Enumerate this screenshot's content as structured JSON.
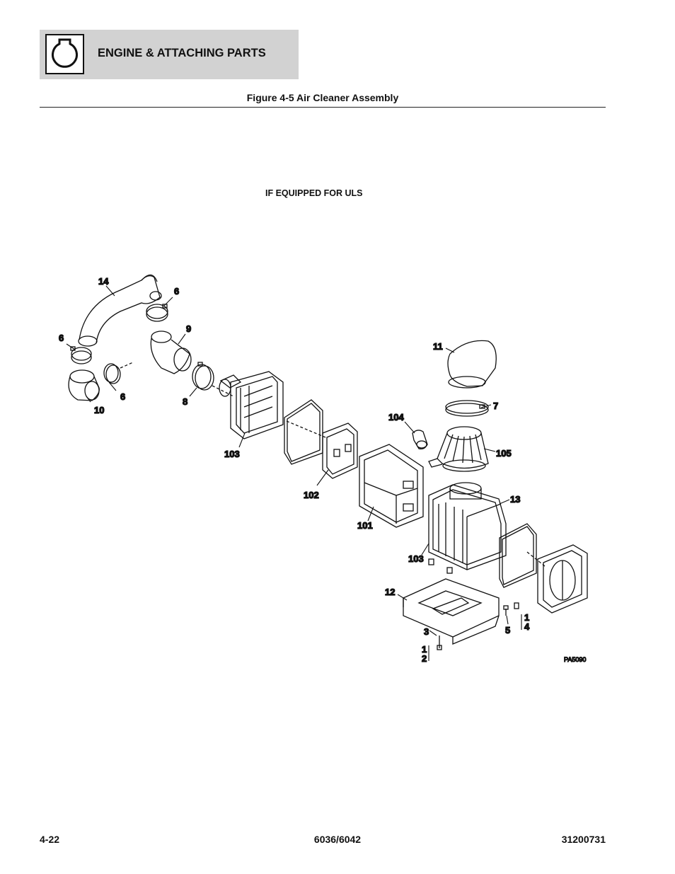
{
  "header": {
    "section_title": "ENGINE & ATTACHING PARTS",
    "icon": "engine-outline-icon"
  },
  "figure": {
    "title": "Figure 4-5 Air Cleaner Assembly",
    "subtitle": "IF EQUIPPED FOR ULS",
    "reference_code": "PA5090"
  },
  "callouts": {
    "c14": "14",
    "c6a": "6",
    "c9": "9",
    "c6b": "6",
    "c6c": "6",
    "c10": "10",
    "c8": "8",
    "c103a": "103",
    "c11": "11",
    "c7": "7",
    "c104": "104",
    "c105": "105",
    "c102": "102",
    "c13": "13",
    "c101": "101",
    "c103b": "103",
    "c12": "12",
    "c3": "3",
    "c1a": "1",
    "c2": "2",
    "c5": "5",
    "c1b": "1",
    "c4": "4"
  },
  "footer": {
    "page_number": "4-22",
    "model": "6036/6042",
    "manual_number": "31200731"
  }
}
